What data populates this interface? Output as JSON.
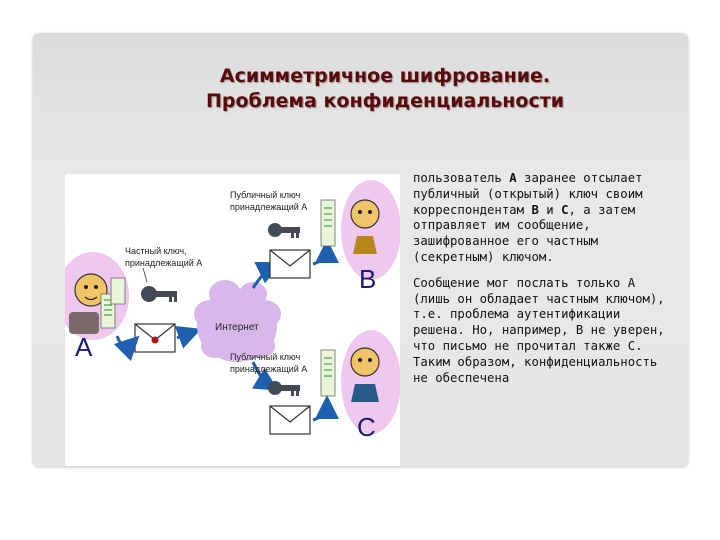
{
  "slide": {
    "title_line1": "Асимметричное шифрование.",
    "title_line2": "Проблема конфиденциальности"
  },
  "illustration": {
    "public_key_label_b_line1": "Публичный ключ",
    "public_key_label_b_line2": "принадлежащий А",
    "private_key_label_line1": "Частный ключ,",
    "private_key_label_line2": "принадлежащий А",
    "internet_label": "Интернет",
    "public_key_label_c_line1": "Публичный ключ",
    "public_key_label_c_line2": "принадлежащий А",
    "user_a_letter": "А",
    "user_b_letter": "В",
    "user_c_letter": "С",
    "colors": {
      "lilac": "#efc7ef",
      "cloud": "#d8b8ea",
      "key": "#444a55",
      "arrow": "#1f5fb0",
      "letter": "#1a1a7a"
    },
    "icons": [
      "person-a-icon",
      "person-b-icon",
      "person-c-icon",
      "cloud-icon",
      "key-icon",
      "envelope-icon",
      "document-icon",
      "arrow-icon"
    ]
  },
  "text": {
    "p1_part1": "пользователь ",
    "p1_bold_a": "A",
    "p1_part2": " заранее отсылает публичный (открытый) ключ своим корреспондентам ",
    "p1_bold_b": "B",
    "p1_part3": " и ",
    "p1_bold_c": "C",
    "p1_part4": ", а затем отправляет им сообщение, зашифрованное его частным (секретным) ключом.",
    "p2": "Сообщение мог послать только А (лишь он обладает частным ключом), т.е. проблема аутентификации решена. Но, например, В не уверен, что письмо не прочитал также С. Таким образом, конфиденциальность не обеспечена"
  }
}
